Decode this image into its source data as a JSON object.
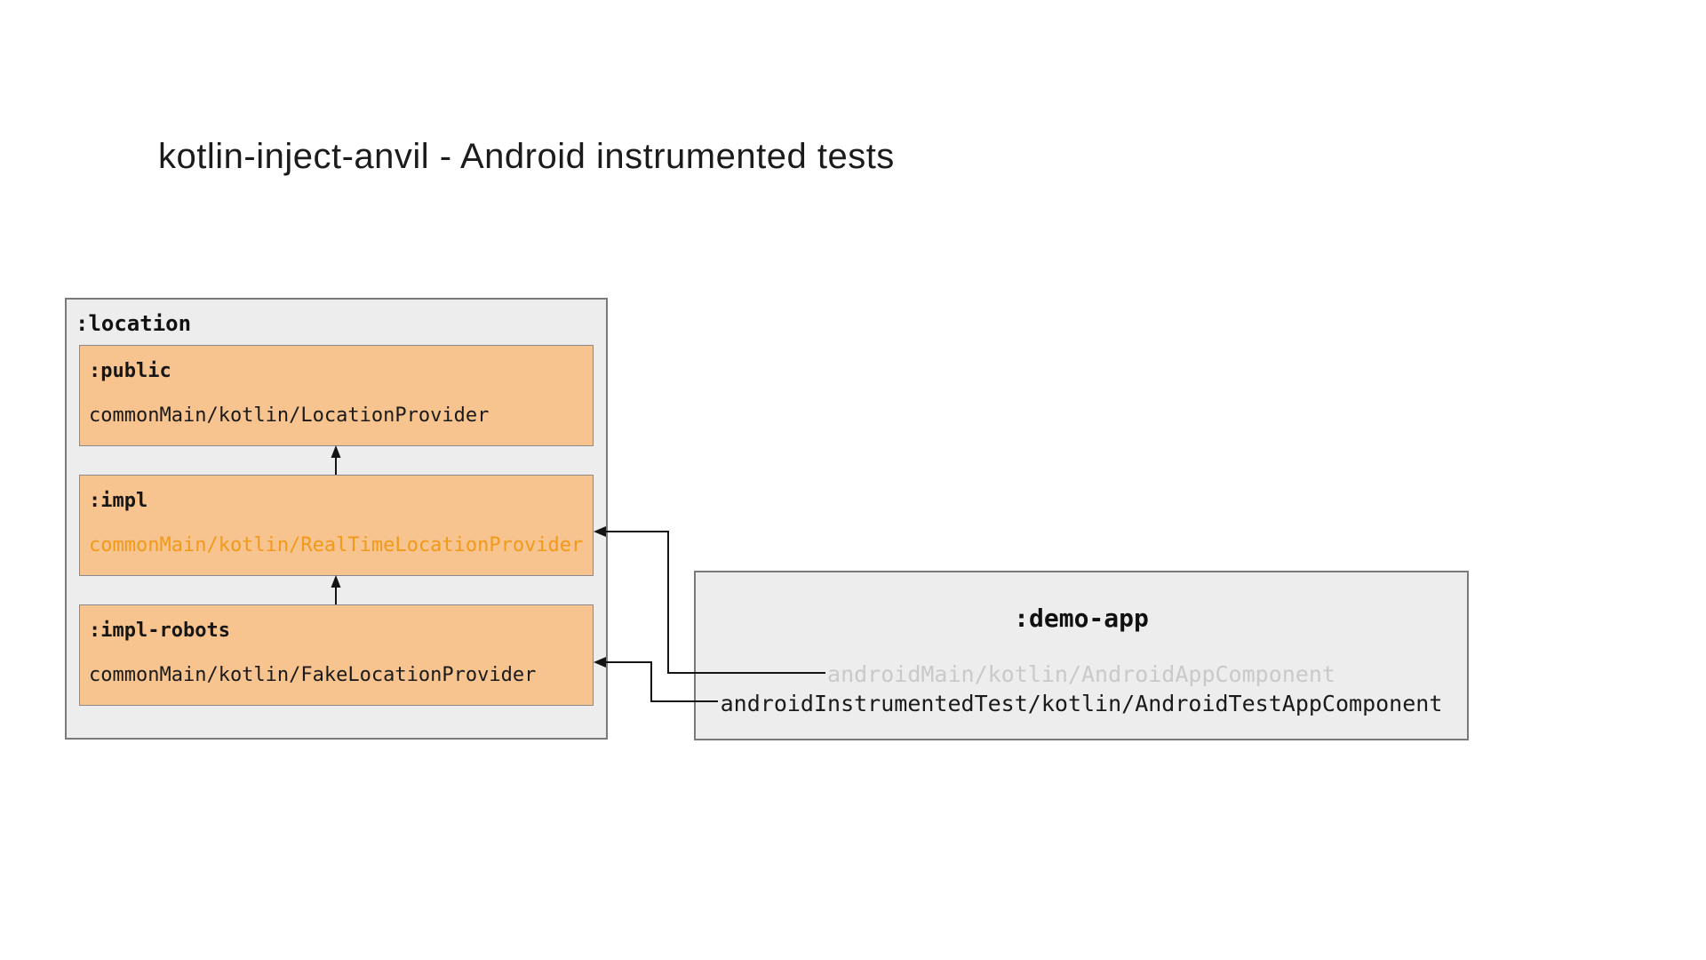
{
  "title": "kotlin-inject-anvil - Android instrumented tests",
  "colors": {
    "page_background": "#ffffff",
    "module_fill": "#ededed",
    "module_border": "#7a7a7a",
    "submodule_fill": "#f7c38e",
    "submodule_border": "#8a8a8a",
    "highlight_text": "#f19a1a",
    "dimmed_text": "#c9c9c9",
    "text": "#161616"
  },
  "diagram": {
    "location_module": {
      "label": ":location",
      "submodules": [
        {
          "label": ":public",
          "file": "commonMain/kotlin/LocationProvider",
          "file_style": "normal"
        },
        {
          "label": ":impl",
          "file": "commonMain/kotlin/RealTimeLocationProvider",
          "file_style": "highlight"
        },
        {
          "label": ":impl-robots",
          "file": "commonMain/kotlin/FakeLocationProvider",
          "file_style": "normal"
        }
      ]
    },
    "demo_app_module": {
      "label": ":demo-app",
      "files": [
        {
          "text": "androidMain/kotlin/AndroidAppComponent",
          "style": "dimmed"
        },
        {
          "text": "androidInstrumentedTest/kotlin/AndroidTestAppComponent",
          "style": "normal"
        }
      ]
    },
    "edges": [
      {
        "from": ":impl",
        "to": ":public"
      },
      {
        "from": ":impl-robots",
        "to": ":impl"
      },
      {
        "from": ":demo-app androidMain/kotlin/AndroidAppComponent",
        "to": ":impl"
      },
      {
        "from": ":demo-app androidInstrumentedTest/kotlin/AndroidTestAppComponent",
        "to": ":impl-robots"
      }
    ]
  }
}
